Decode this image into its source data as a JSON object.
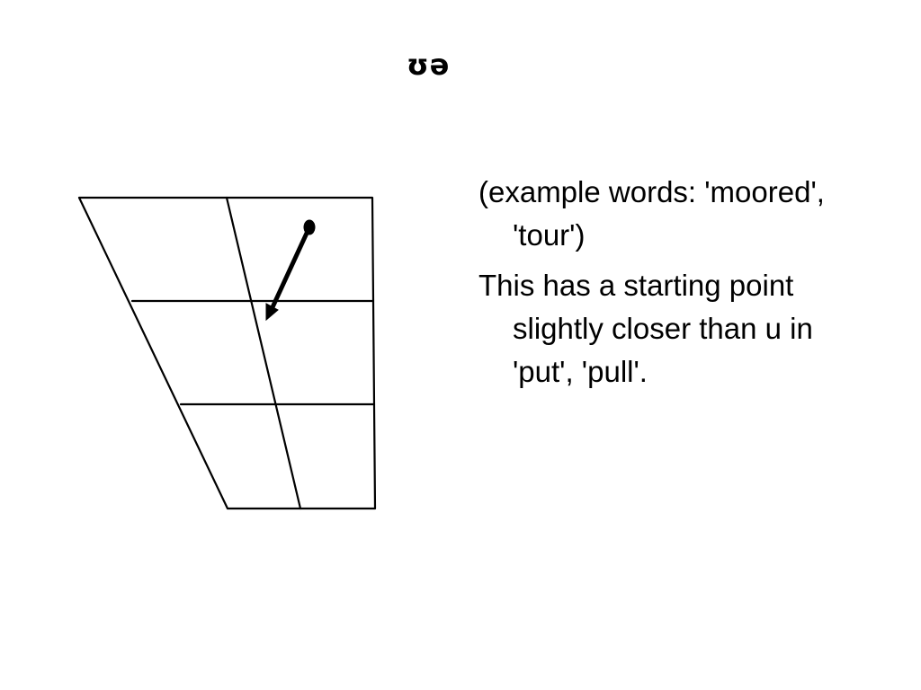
{
  "slide": {
    "title": "ʊə",
    "paragraphs": [
      "(example words: 'moored', 'tour')",
      "This has a starting point slightly closer than u in 'put', 'pull'."
    ]
  },
  "diagram": {
    "line_color": "#000000",
    "glide_from": "near-close near-back, slightly closer than u",
    "glide_to": "central"
  }
}
